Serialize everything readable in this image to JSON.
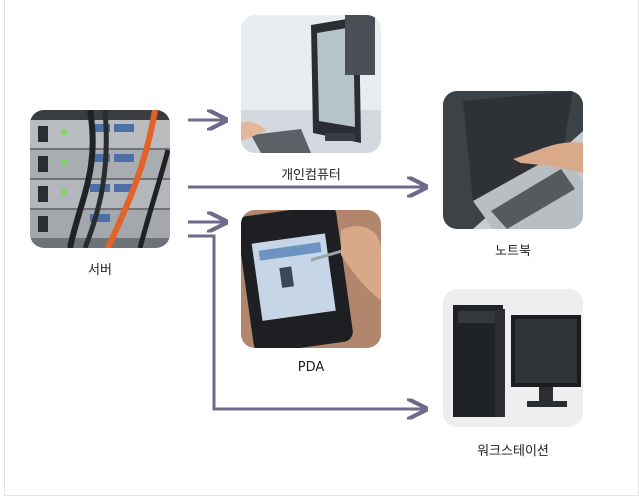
{
  "diagram": {
    "nodes": {
      "server": {
        "label": "서버",
        "image": "server-rack-photo"
      },
      "pc": {
        "label": "개인컴퓨터",
        "image": "desktop-monitor-photo"
      },
      "pda": {
        "label": "PDA",
        "image": "pda-with-stylus-photo"
      },
      "notebook": {
        "label": "노트북",
        "image": "laptop-photo"
      },
      "workstation": {
        "label": "워크스테이션",
        "image": "workstation-tower-monitor-photo"
      }
    },
    "edges": [
      {
        "from": "server",
        "to": "pc"
      },
      {
        "from": "server",
        "to": "notebook"
      },
      {
        "from": "server",
        "to": "pda"
      },
      {
        "from": "server",
        "to": "workstation"
      }
    ],
    "arrow_color": "#6e6a8c"
  }
}
